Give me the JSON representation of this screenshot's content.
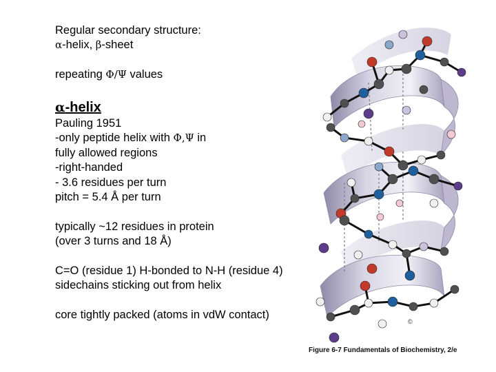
{
  "text": {
    "line1": "Regular secondary structure:",
    "line2_alpha": "α",
    "line2_a": "-helix, ",
    "line2_beta": "β",
    "line2_b": "-sheet",
    "line4_a": "repeating ",
    "line4_phipsi": "Φ/Ψ",
    "line4_b": " values",
    "heading_alpha": "α",
    "heading_rest": "-helix",
    "pauling": "Pauling 1951",
    "only_a": "-only peptide helix with ",
    "only_phipsi": "Φ,Ψ",
    "only_b": " in",
    "allowed": "fully allowed regions",
    "righthanded": "-right-handed",
    "residues": "- 3.6 residues per turn",
    "pitch": "pitch = 5.4 Å per turn",
    "typically": "typically ~12 residues in protein",
    "over": "(over 3 turns and 18 Å)",
    "hbond": "C=O (residue 1) H-bonded to N-H (residue 4)",
    "sidechains": "sidechains sticking out from helix",
    "core": "core tightly packed (atoms in vdW contact)"
  },
  "figure": {
    "caption": "Figure 6-7  Fundamentals of Biochemistry, 2/e",
    "copyright_symbol": "©"
  },
  "colors": {
    "ribbon": "#b9b5cc",
    "carbon": "#505050",
    "nitrogen": "#1f5f9e",
    "oxygen": "#c23a2a",
    "sidechain": "#5b3d8a",
    "hydrogen": "#f0f0f0"
  }
}
